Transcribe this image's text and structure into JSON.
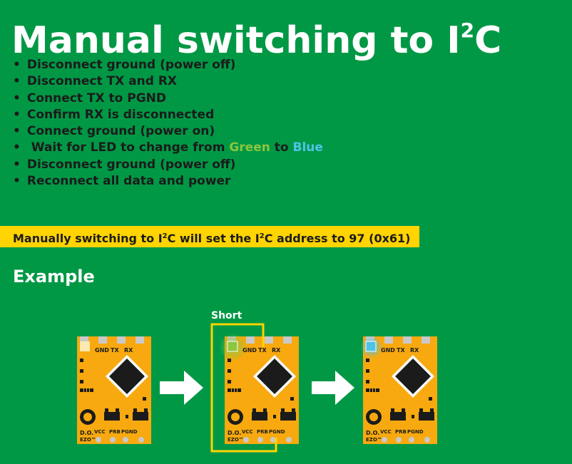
{
  "title": {
    "text": "Manual switching to I",
    "sup": "2",
    "tail": "C"
  },
  "steps": [
    "Disconnect ground (power off)",
    "Disconnect TX and RX",
    "Connect TX to PGND",
    "Confirm RX is disconnected",
    "Connect ground (power on)",
    {
      "before": "Wait for LED to change from ",
      "green": "Green",
      "middle": " to ",
      "blue": "Blue"
    },
    "Disconnect ground (power off)",
    "Reconnect all data and power"
  ],
  "banner": {
    "a": "Manually switching to I",
    "sup1": "2",
    "b": "C will set the I",
    "sup2": "2",
    "c": "C address to 97 (0x61)"
  },
  "example_label": "Example",
  "short_label": "Short",
  "board": {
    "pins_top": [
      "GND",
      "TX",
      "RX"
    ],
    "pins_bottom": [
      "VCC",
      "PRB",
      "PGND"
    ],
    "do_label": "D.O.",
    "ezo_label": "EZO™"
  },
  "colors": {
    "background": "#009845",
    "banner": "#ffd400",
    "board": "#f7a90f",
    "led_off": "#fbe9b0",
    "led_green": "#8dc63f",
    "led_blue": "#4fc3e8",
    "short_wire": "#ffd400"
  }
}
